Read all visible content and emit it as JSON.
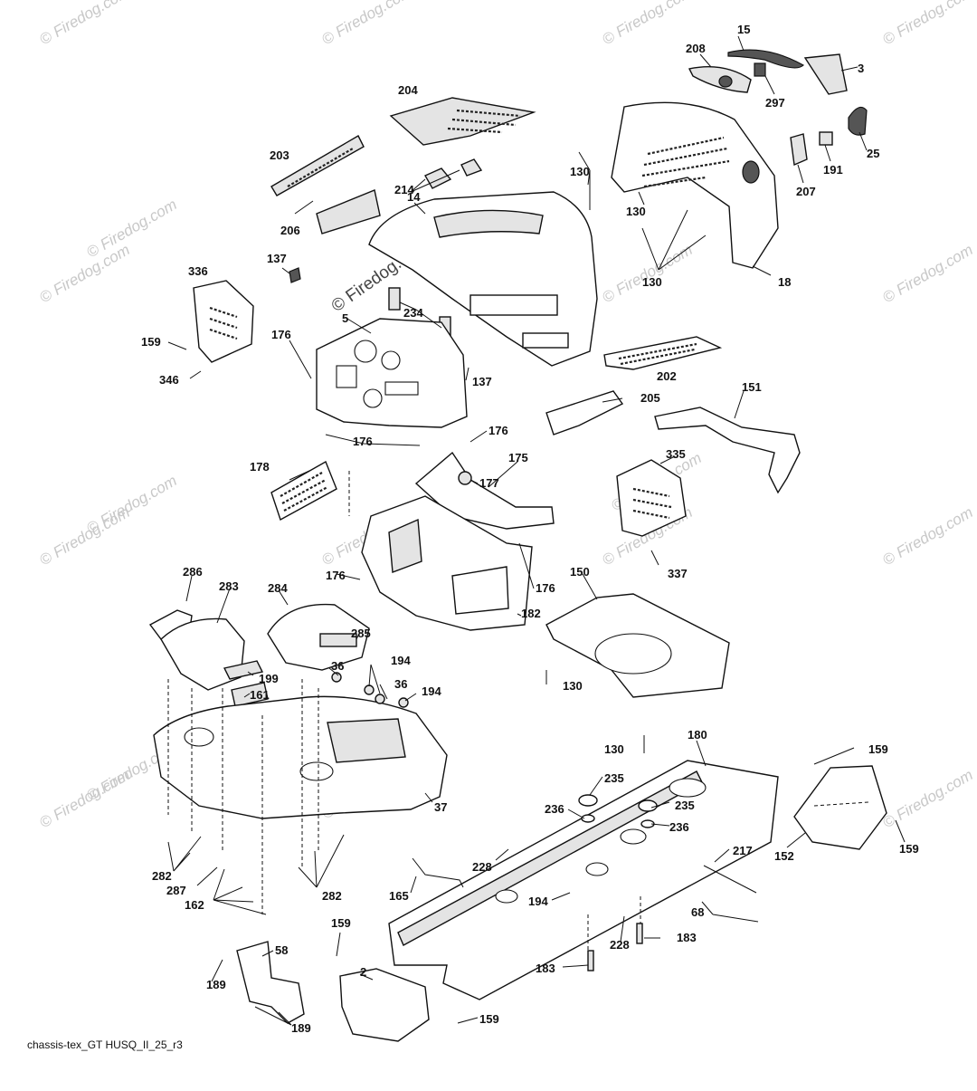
{
  "caption": "chassis-tex_GT HUSQ_II_25_r3",
  "watermarks": [
    "© Firedog.com",
    "© Firedog.com",
    "© Firedog.com",
    "© Firedog.com",
    "© Firedog.com",
    "© Firedog.com",
    "© Firedog.com",
    "© Firedog.com",
    "© Firedog.com",
    "© Firedog.com",
    "© Firedog.com",
    "© Firedog.com",
    "© Firedog.com",
    "© Firedog.com",
    "© Firedog.com",
    "© Firedog.com",
    "© Firedog.com",
    "© Firedog.com",
    "© Firedog.com"
  ],
  "watermark_center": "© Firedog.com",
  "labels": [
    {
      "id": "p15",
      "text": "15"
    },
    {
      "id": "p208",
      "text": "208"
    },
    {
      "id": "p3",
      "text": "3"
    },
    {
      "id": "p297",
      "text": "297"
    },
    {
      "id": "p204",
      "text": "204"
    },
    {
      "id": "p25",
      "text": "25"
    },
    {
      "id": "p191",
      "text": "191"
    },
    {
      "id": "p207",
      "text": "207"
    },
    {
      "id": "p203",
      "text": "203"
    },
    {
      "id": "p130a",
      "text": "130"
    },
    {
      "id": "p130b",
      "text": "130"
    },
    {
      "id": "p214",
      "text": "214"
    },
    {
      "id": "p14",
      "text": "14"
    },
    {
      "id": "p206",
      "text": "206"
    },
    {
      "id": "p130c",
      "text": "130"
    },
    {
      "id": "p18",
      "text": "18"
    },
    {
      "id": "p137a",
      "text": "137"
    },
    {
      "id": "p336",
      "text": "336"
    },
    {
      "id": "p234",
      "text": "234"
    },
    {
      "id": "p5",
      "text": "5"
    },
    {
      "id": "p159a",
      "text": "159"
    },
    {
      "id": "p176a",
      "text": "176"
    },
    {
      "id": "p137b",
      "text": "137"
    },
    {
      "id": "p202",
      "text": "202"
    },
    {
      "id": "p346",
      "text": "346"
    },
    {
      "id": "p151",
      "text": "151"
    },
    {
      "id": "p205",
      "text": "205"
    },
    {
      "id": "p176b",
      "text": "176"
    },
    {
      "id": "p176c",
      "text": "176"
    },
    {
      "id": "p178",
      "text": "178"
    },
    {
      "id": "p175",
      "text": "175"
    },
    {
      "id": "p177",
      "text": "177"
    },
    {
      "id": "p335",
      "text": "335"
    },
    {
      "id": "p337",
      "text": "337"
    },
    {
      "id": "p176d",
      "text": "176"
    },
    {
      "id": "p176e",
      "text": "176"
    },
    {
      "id": "p286",
      "text": "286"
    },
    {
      "id": "p283",
      "text": "283"
    },
    {
      "id": "p284",
      "text": "284"
    },
    {
      "id": "p150",
      "text": "150"
    },
    {
      "id": "p182",
      "text": "182"
    },
    {
      "id": "p285",
      "text": "285"
    },
    {
      "id": "p36a",
      "text": "36"
    },
    {
      "id": "p194a",
      "text": "194"
    },
    {
      "id": "p199",
      "text": "199"
    },
    {
      "id": "p36b",
      "text": "36"
    },
    {
      "id": "p161",
      "text": "161"
    },
    {
      "id": "p130d",
      "text": "130"
    },
    {
      "id": "p194b",
      "text": "194"
    },
    {
      "id": "p130e",
      "text": "130"
    },
    {
      "id": "p180",
      "text": "180"
    },
    {
      "id": "p159b",
      "text": "159"
    },
    {
      "id": "p37",
      "text": "37"
    },
    {
      "id": "p235a",
      "text": "235"
    },
    {
      "id": "p236a",
      "text": "236"
    },
    {
      "id": "p235b",
      "text": "235"
    },
    {
      "id": "p236b",
      "text": "236"
    },
    {
      "id": "p152",
      "text": "152"
    },
    {
      "id": "p159c",
      "text": "159"
    },
    {
      "id": "p217",
      "text": "217"
    },
    {
      "id": "p228a",
      "text": "228"
    },
    {
      "id": "p282a",
      "text": "282"
    },
    {
      "id": "p287",
      "text": "287"
    },
    {
      "id": "p282b",
      "text": "282"
    },
    {
      "id": "p165",
      "text": "165"
    },
    {
      "id": "p194c",
      "text": "194"
    },
    {
      "id": "p162",
      "text": "162"
    },
    {
      "id": "p68",
      "text": "68"
    },
    {
      "id": "p159d",
      "text": "159"
    },
    {
      "id": "p228b",
      "text": "228"
    },
    {
      "id": "p183a",
      "text": "183"
    },
    {
      "id": "p58",
      "text": "58"
    },
    {
      "id": "p2",
      "text": "2"
    },
    {
      "id": "p189a",
      "text": "189"
    },
    {
      "id": "p183b",
      "text": "183"
    },
    {
      "id": "p189b",
      "text": "189"
    },
    {
      "id": "p159e",
      "text": "159"
    }
  ]
}
